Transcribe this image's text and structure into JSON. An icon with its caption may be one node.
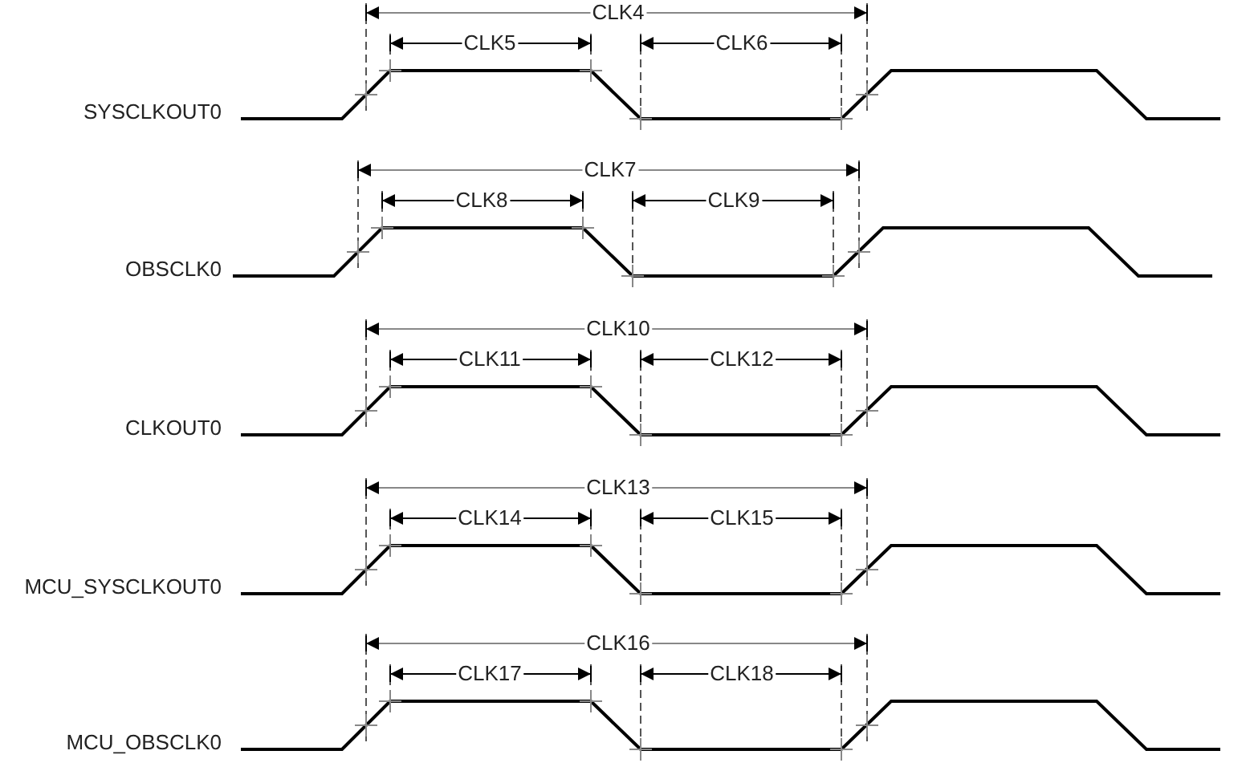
{
  "diagram": {
    "labels": [
      "CLK4",
      "CLK5",
      "CLK6",
      "SYSCLKOUT0",
      "CLK7",
      "CLK8",
      "CLK9",
      "OBSCLK0",
      "CLK10",
      "CLK11",
      "CLK12",
      "CLKOUT0",
      "CLK13",
      "CLK14",
      "CLK15",
      "MCU_SYSCLKOUT0",
      "CLK16",
      "CLK17",
      "CLK18",
      "MCU_OBSCLK0"
    ]
  }
}
